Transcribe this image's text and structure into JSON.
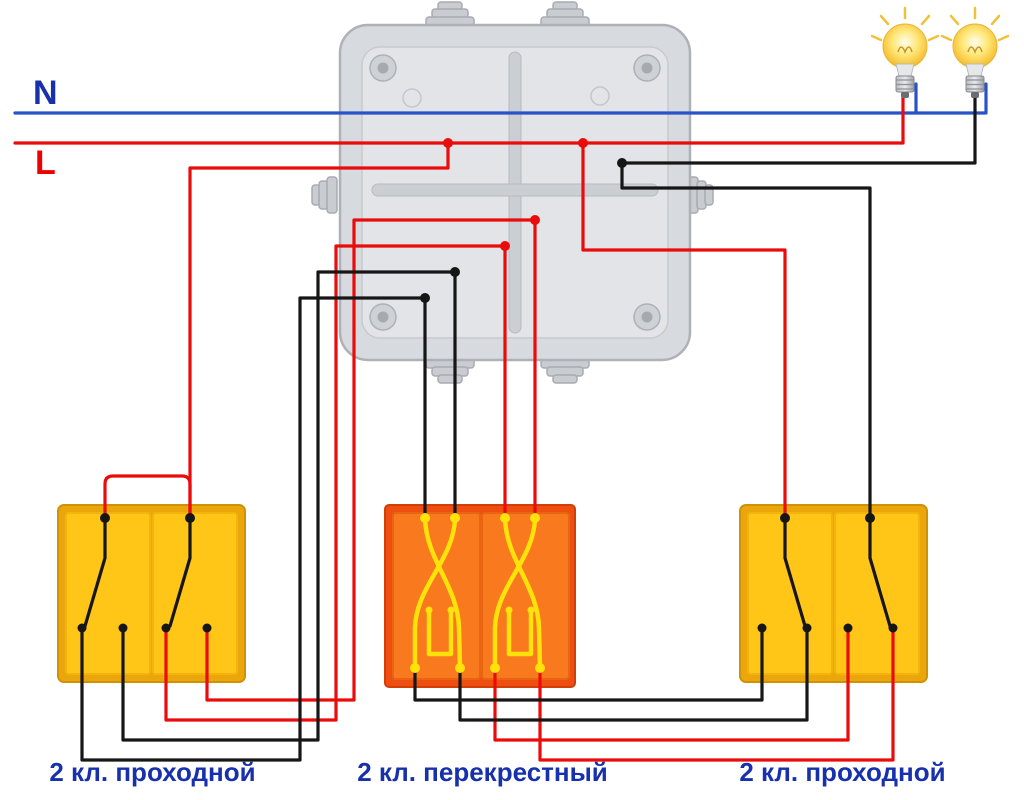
{
  "labels": {
    "neutral_wire": "N",
    "phase_wire": "L"
  },
  "captions": {
    "switch_left": "2 кл. проходной",
    "switch_middle": "2 кл. перекрестный",
    "switch_right": "2 кл. проходной"
  },
  "components": {
    "lamp_count": 2,
    "switch_count": 3,
    "junction_box_count": 1
  },
  "icons": {
    "bulb": "light-bulb",
    "junction_box": "junction-box",
    "passthrough_switch": "2-gang-passthrough-switch",
    "crossover_switch": "2-gang-crossover-switch"
  },
  "colors": {
    "wire_blue": "#2a52c8",
    "wire_red": "#ea0b0b",
    "wire_black": "#161616",
    "crossover_yellow": "#ffe20a",
    "switch_yellow": "#ffc517",
    "switch_yellow_frame": "#eaa60b",
    "switch_orange": "#f8791e",
    "switch_orange_frame": "#ee4f10",
    "box_fill": "#d7dade",
    "box_stroke": "#aeb2b8",
    "box_inner": "#e2e4e7",
    "label_blue": "#1730ad",
    "label_red": "#ee0000",
    "bulb_glow": "#ffd84d"
  }
}
